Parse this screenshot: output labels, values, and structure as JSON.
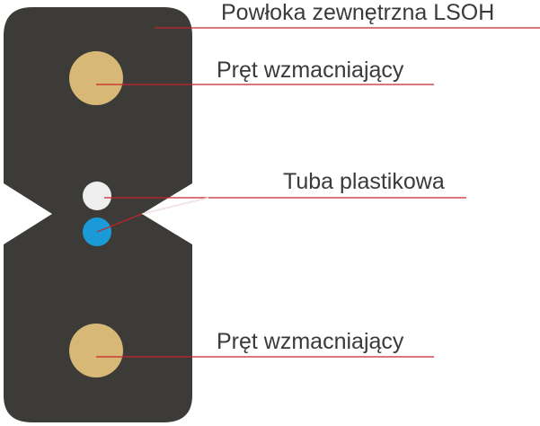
{
  "title": "",
  "labels": {
    "outer_jacket": "Powłoka zewnętrzna LSOH",
    "strength_rod_top": "Pręt wzmacniający",
    "plastic_tube": "Tuba plastikowa",
    "strength_rod_bottom": "Pręt wzmacniający"
  },
  "colors": {
    "jacket": "#3d3b38",
    "strength_rod": "#d8b877",
    "fiber_white": "#eeeeee",
    "fiber_blue": "#1a9bd7",
    "leader_line": "#c6242b",
    "leader_line_white": "#f2f2f2",
    "text": "#3a3a3a"
  }
}
